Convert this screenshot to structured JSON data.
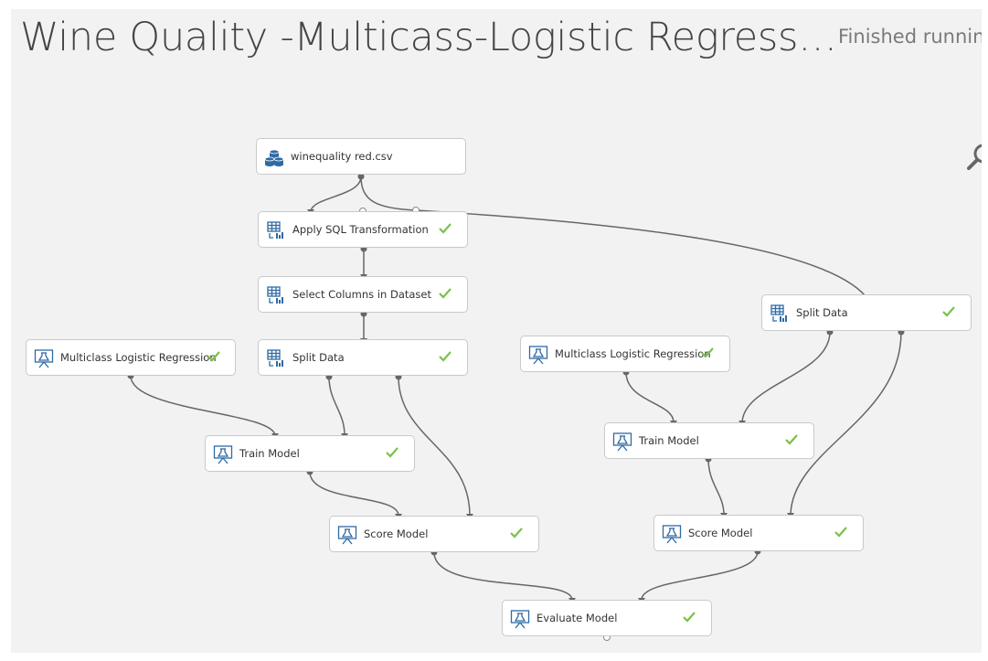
{
  "experiment": {
    "title": "Wine Quality -Multicass-Logistic Regress…",
    "status": "Finished runnin"
  },
  "colors": {
    "canvas": "#f2f2f2",
    "check": "#7cc04a",
    "icon": "#2f6aa5",
    "edge": "#666666"
  },
  "modules": {
    "dataset": {
      "label": "winequality red.csv",
      "icon": "database-icon"
    },
    "sql": {
      "label": "Apply SQL Transformation",
      "icon": "table-icon"
    },
    "select": {
      "label": "Select Columns in Dataset",
      "icon": "table-icon"
    },
    "split_left": {
      "label": "Split Data",
      "icon": "table-icon"
    },
    "split_right": {
      "label": "Split Data",
      "icon": "table-icon"
    },
    "mlr_left": {
      "label": "Multiclass Logistic Regression",
      "icon": "flask-icon"
    },
    "mlr_right": {
      "label": "Multiclass Logistic Regression",
      "icon": "flask-icon"
    },
    "train_left": {
      "label": "Train Model",
      "icon": "flask-icon"
    },
    "train_right": {
      "label": "Train Model",
      "icon": "flask-icon"
    },
    "score_left": {
      "label": "Score Model",
      "icon": "flask-icon"
    },
    "score_right": {
      "label": "Score Model",
      "icon": "flask-icon"
    },
    "evaluate": {
      "label": "Evaluate Model",
      "icon": "flask-icon"
    }
  }
}
